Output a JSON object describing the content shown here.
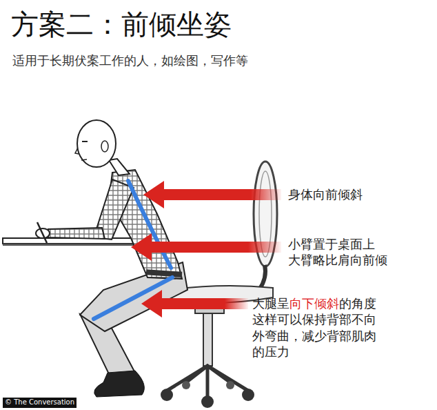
{
  "diagram": {
    "title": "方案二：前倾坐姿",
    "labels": [
      "适用于长期伏案工作的人，如绘图，写作等",
      "身体向前倾斜",
      "小臂置于桌面上 大臂略比肩向前倾",
      "大腿呈",
      "向下倾斜",
      "的角度这样可以保持背部不向外弯曲，减少背部肌肉的压力",
      "© The Conversation"
    ]
  }
}
